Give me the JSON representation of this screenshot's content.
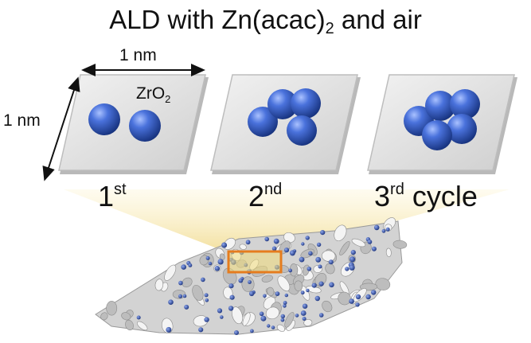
{
  "title": {
    "prefix": "ALD with Zn(acac)",
    "sub": "2",
    "suffix": " and air"
  },
  "scale_labels": {
    "horizontal": "1 nm",
    "vertical": "1 nm"
  },
  "species_label": {
    "base": "ZrO",
    "sub": "2"
  },
  "cycles": [
    {
      "number": "1",
      "suffix": "st",
      "extra": ""
    },
    {
      "number": "2",
      "suffix": "nd",
      "extra": ""
    },
    {
      "number": "3",
      "suffix": "rd",
      "extra": " cycle"
    }
  ],
  "colors": {
    "sphere": "#3a5fc4",
    "sphere_dark": "#1e3a8a",
    "platform": "#e2e2e2",
    "highlight_box": "#e57c1e",
    "glow": "#f5e6a0",
    "substrate_particle": "#2f4c9c"
  }
}
